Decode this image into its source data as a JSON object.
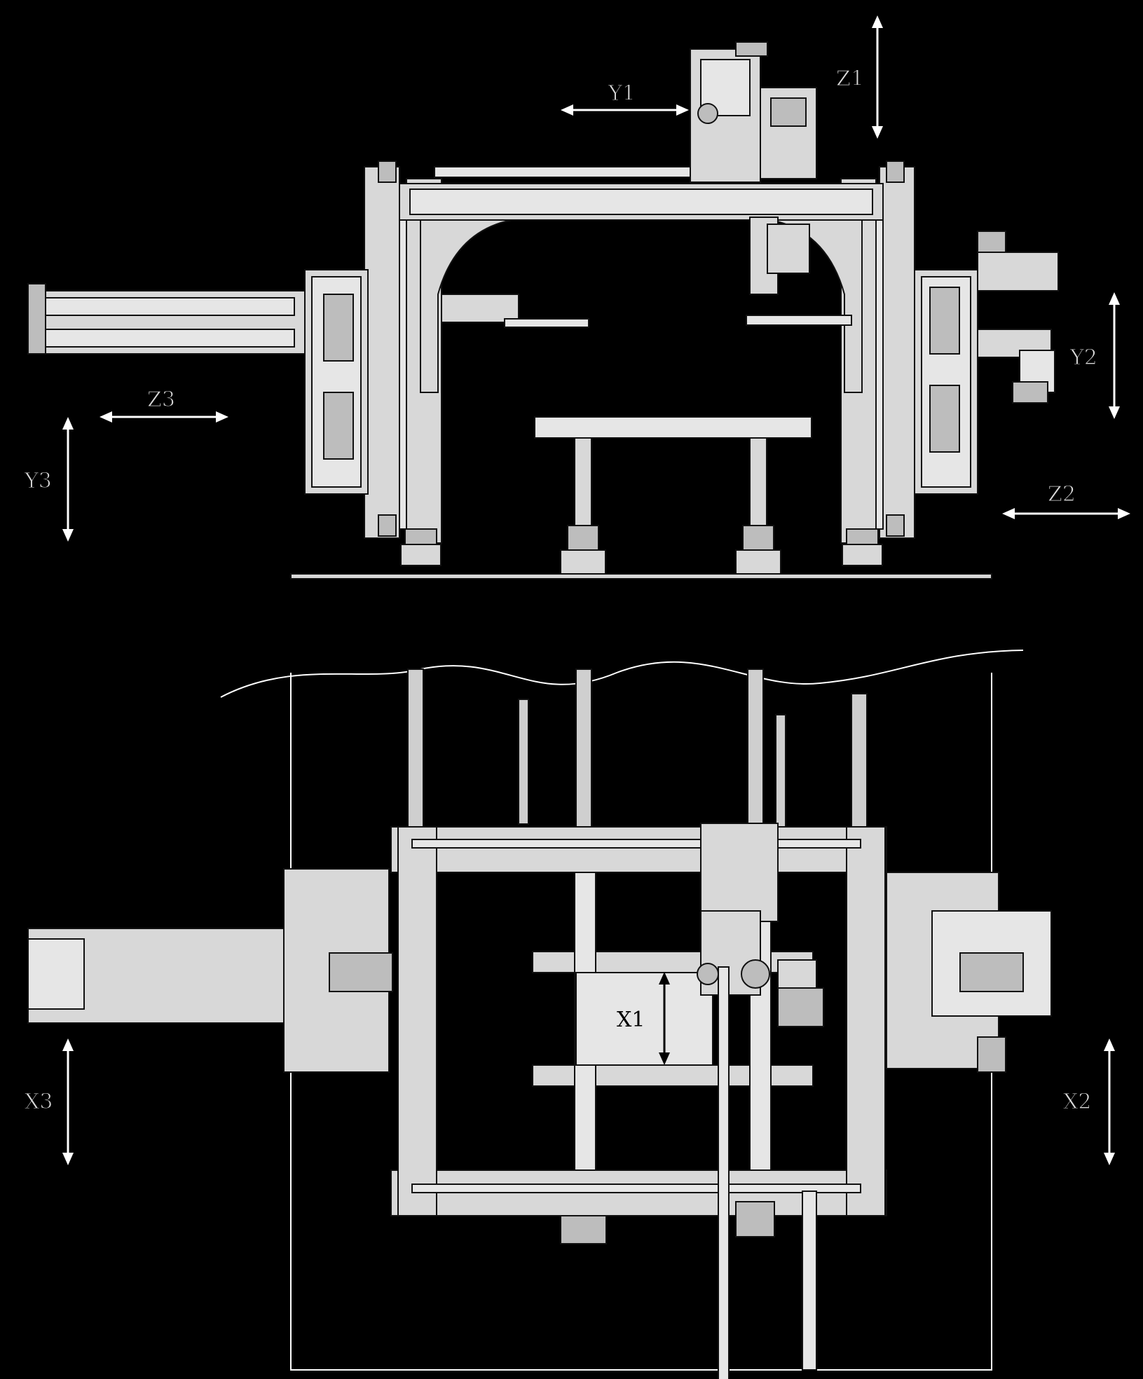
{
  "axis_labels": {
    "y1": "Y1",
    "z1": "Z1",
    "z3": "Z3",
    "y3": "Y3",
    "y2": "Y2",
    "z2": "Z2",
    "x1": "X1",
    "x3": "X3",
    "x2": "X2"
  },
  "colors": {
    "background": "#000000",
    "machine": "#d8d8d8",
    "line": "#111111",
    "arrow": "#ffffff"
  }
}
